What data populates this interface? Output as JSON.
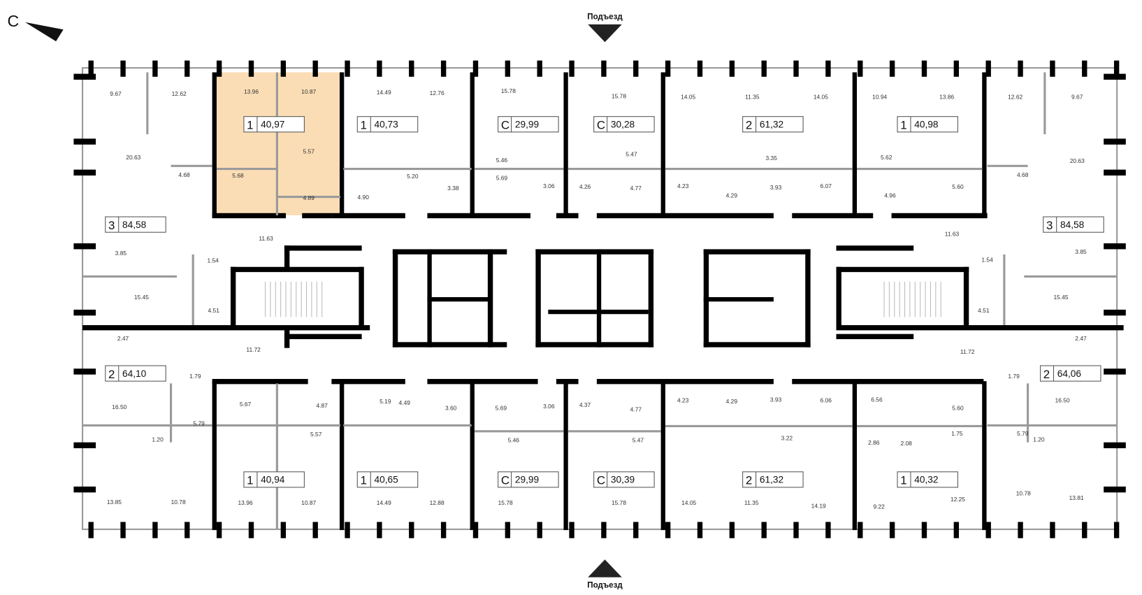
{
  "compass": {
    "label": "С"
  },
  "entrances": {
    "top": "Подъезд",
    "bottom": "Подъезд"
  },
  "colors": {
    "highlight": "#FBDDB5",
    "wall": "#000000",
    "partition": "#9a9a9a"
  },
  "apartments": [
    {
      "rooms": "1",
      "area": "40,97",
      "selected": true
    },
    {
      "rooms": "1",
      "area": "40,73"
    },
    {
      "rooms": "С",
      "area": "29,99"
    },
    {
      "rooms": "С",
      "area": "30,28"
    },
    {
      "rooms": "2",
      "area": "61,32"
    },
    {
      "rooms": "1",
      "area": "40,98"
    },
    {
      "rooms": "3",
      "area": "84,58"
    },
    {
      "rooms": "3",
      "area": "84,58"
    },
    {
      "rooms": "2",
      "area": "64,10"
    },
    {
      "rooms": "2",
      "area": "64,06"
    },
    {
      "rooms": "1",
      "area": "40,94"
    },
    {
      "rooms": "1",
      "area": "40,65"
    },
    {
      "rooms": "С",
      "area": "29,99"
    },
    {
      "rooms": "С",
      "area": "30,39"
    },
    {
      "rooms": "2",
      "area": "61,32"
    },
    {
      "rooms": "1",
      "area": "40,32"
    }
  ],
  "room_areas": [
    "9.67",
    "12.62",
    "13.96",
    "10.87",
    "14.49",
    "12.76",
    "15.78",
    "15.78",
    "14.05",
    "11.35",
    "14.05",
    "10.94",
    "13.86",
    "12.62",
    "9.67",
    "20.63",
    "4.68",
    "5.57",
    "5.68",
    "4.89",
    "4.90",
    "5.20",
    "3.38",
    "5.46",
    "5.69",
    "3.06",
    "5.47",
    "4.26",
    "4.77",
    "4.23",
    "4.29",
    "3.35",
    "3.93",
    "6.07",
    "5.62",
    "4.96",
    "5.60",
    "4.68",
    "20.63",
    "11.63",
    "11.63",
    "3.85",
    "1.54",
    "1.54",
    "3.85",
    "15.45",
    "4.51",
    "15.45",
    "4.51",
    "2.47",
    "11.72",
    "11.72",
    "2.47",
    "1.79",
    "1.79",
    "16.50",
    "5.79",
    "1.20",
    "5.67",
    "4.87",
    "5.57",
    "5.19",
    "4.49",
    "3.60",
    "5.69",
    "3.06",
    "5.46",
    "4.37",
    "4.77",
    "5.47",
    "4.23",
    "4.29",
    "3.93",
    "6.06",
    "3.22",
    "6.56",
    "5.60",
    "2.86",
    "2.08",
    "1.75",
    "5.79",
    "1.20",
    "16.50",
    "13.85",
    "10.78",
    "13.96",
    "10.87",
    "14.49",
    "12.88",
    "15.78",
    "15.78",
    "14.05",
    "11.35",
    "14.19",
    "9.22",
    "12.25",
    "10.78",
    "13.81"
  ]
}
